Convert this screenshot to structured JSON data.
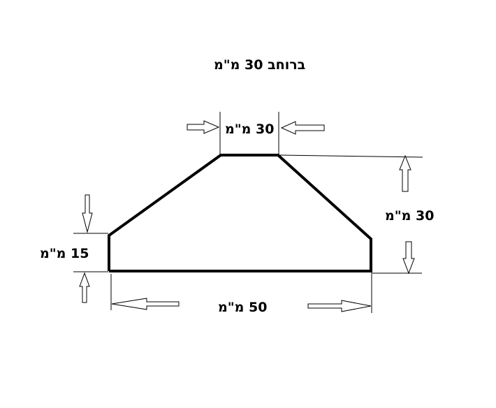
{
  "diagram": {
    "width_label": "ברוחב 30 מ\"מ",
    "top_edge_label": "30 מ\"מ",
    "left_height_label": "15 מ\"מ",
    "right_height_label": "30 מ\"מ",
    "bottom_edge_label": "50 מ\"מ"
  }
}
